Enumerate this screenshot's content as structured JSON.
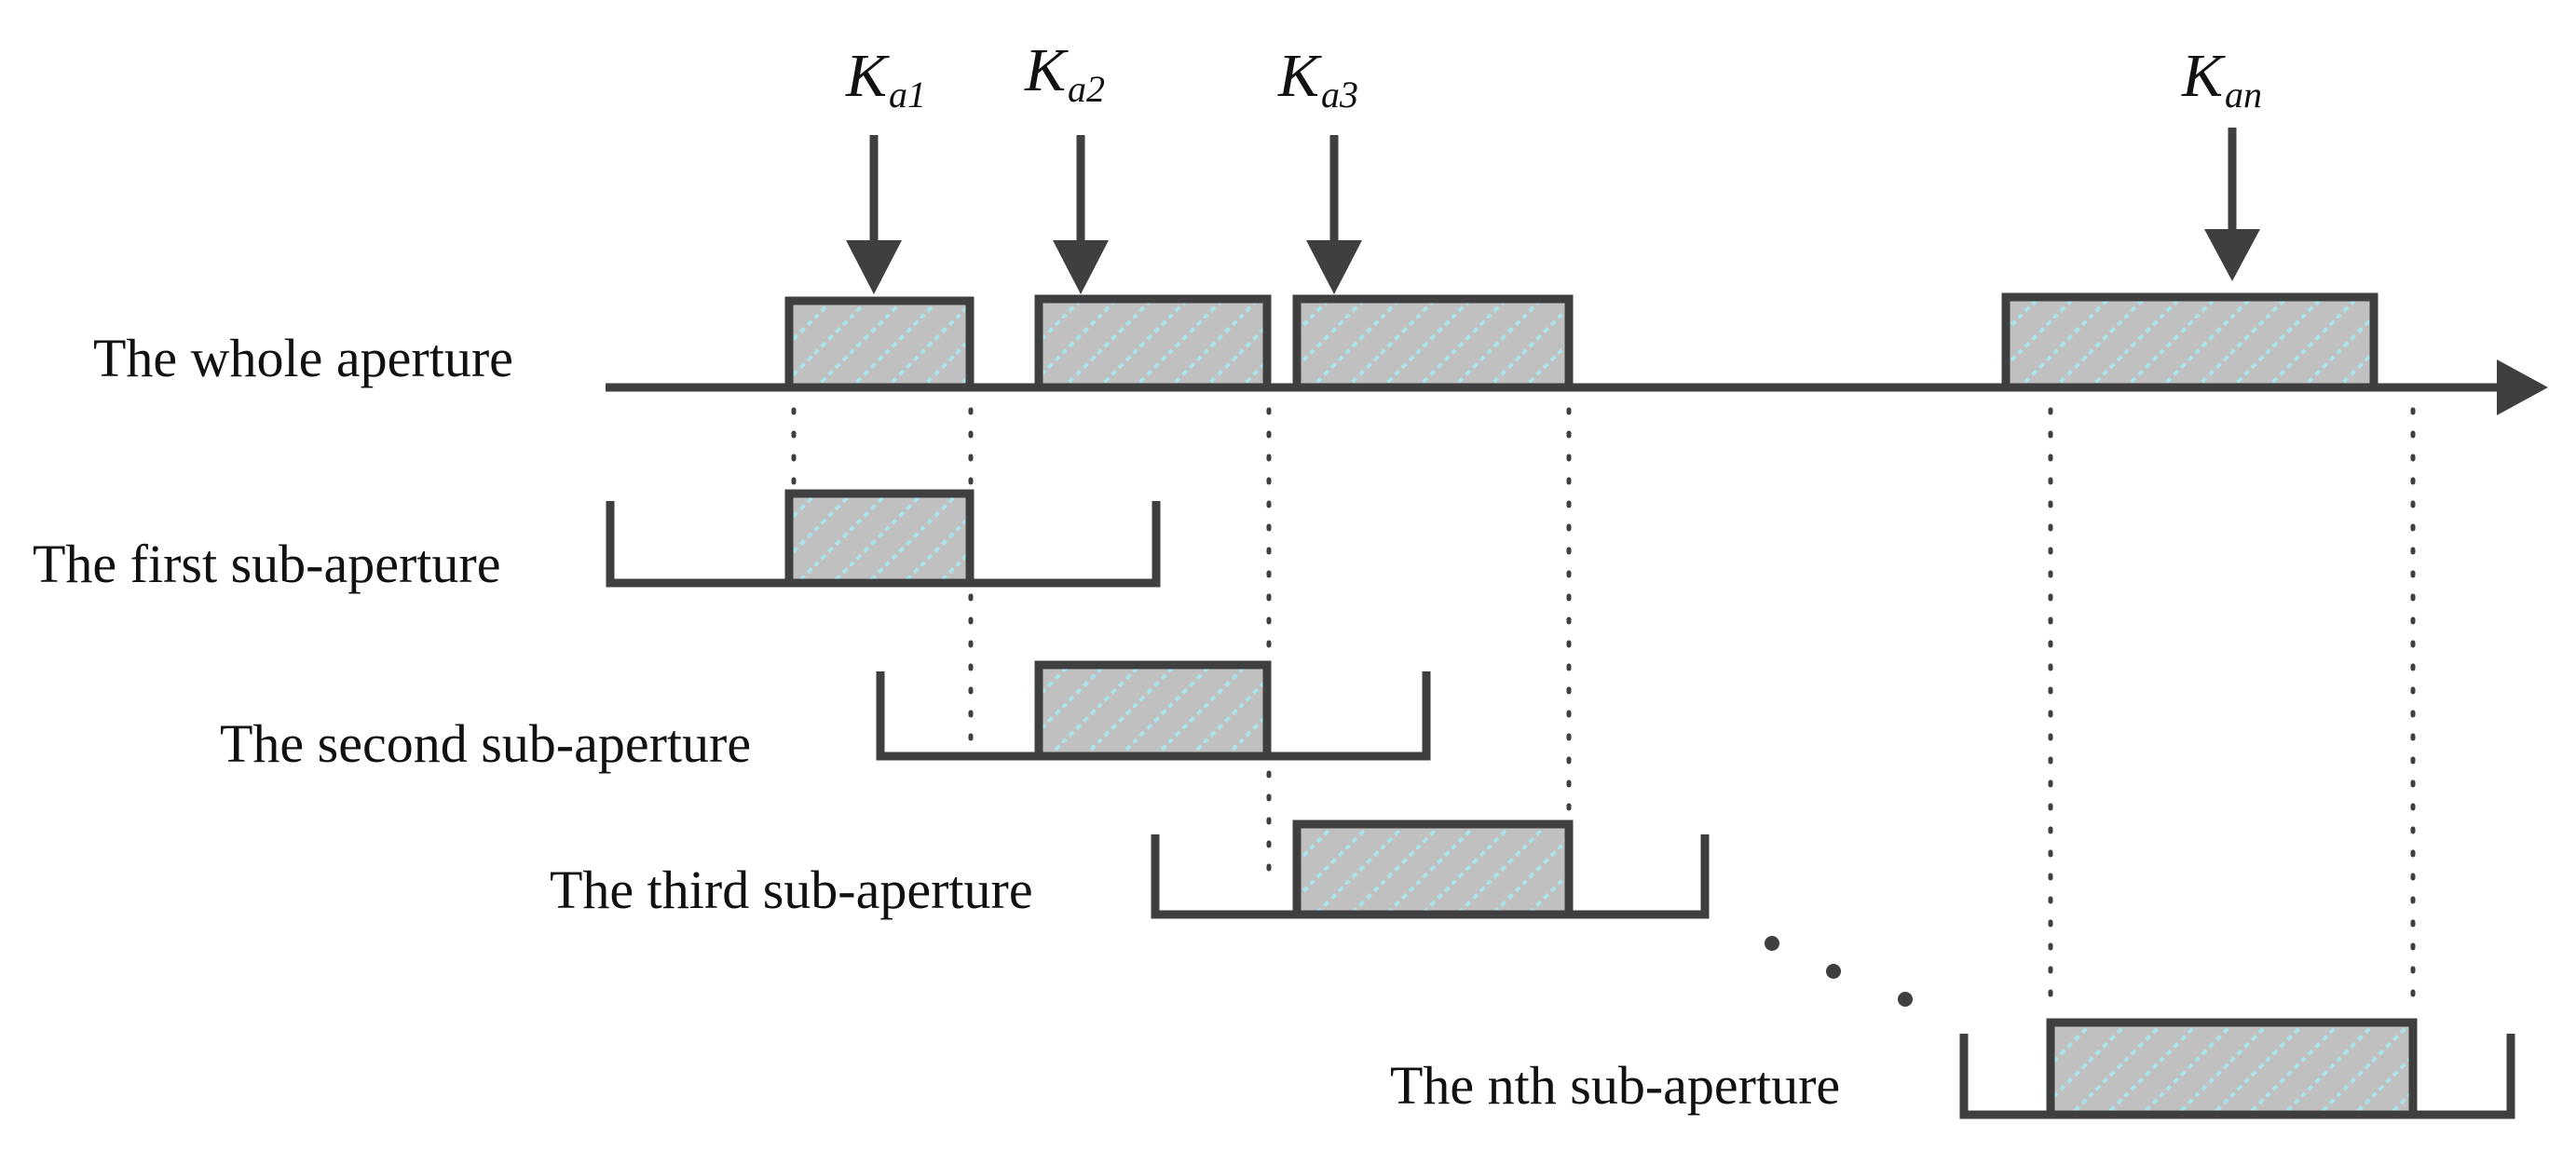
{
  "colors": {
    "stroke": "#3f3f3f",
    "block_fill": "#c0c0c0",
    "hatch": "#a9e4ec",
    "text": "#111111",
    "background": "#ffffff"
  },
  "arrow_labels": [
    {
      "main": "K",
      "sub": "a1"
    },
    {
      "main": "K",
      "sub": "a2"
    },
    {
      "main": "K",
      "sub": "a3"
    },
    {
      "main": "K",
      "sub": "an"
    }
  ],
  "rows": {
    "whole": "The whole aperture",
    "first": "The first sub-aperture",
    "second": "The second sub-aperture",
    "third": "The third sub-aperture",
    "nth": "The nth sub-aperture"
  }
}
